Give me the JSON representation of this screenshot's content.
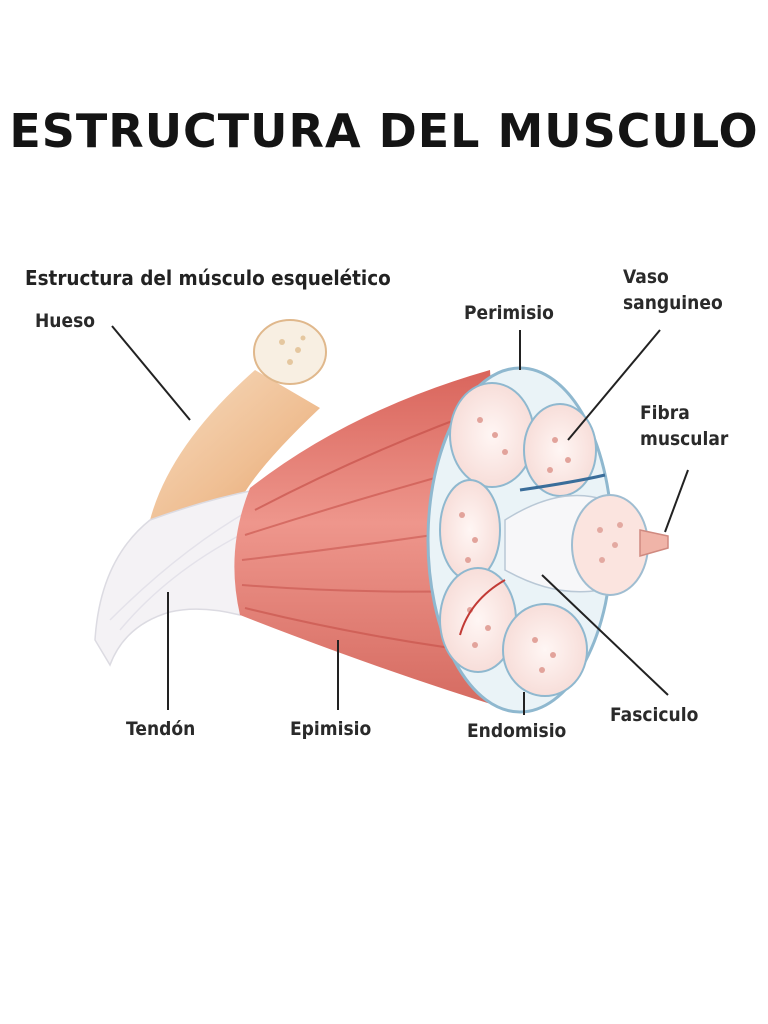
{
  "page_title": "ESTRUCTURA DEL MUSCULO",
  "diagram": {
    "title": "Estructura del músculo esquelético",
    "labels": {
      "hueso": "Hueso",
      "perimisio": "Perimisio",
      "vaso_line1": "Vaso",
      "vaso_line2": "sanguineo",
      "fibra_line1": "Fibra",
      "fibra_line2": "muscular",
      "tendon": "Tendón",
      "epimisio": "Epimisio",
      "endomisio": "Endomisio",
      "fasciculo": "Fasciculo"
    }
  },
  "colors": {
    "muscle": "#e8837a",
    "muscle_dark": "#c9544d",
    "bone": "#f2c9a0",
    "tendon": "#f3f1f3",
    "fascicle": "#fbe9e6",
    "membrane": "#8fb8cf"
  }
}
